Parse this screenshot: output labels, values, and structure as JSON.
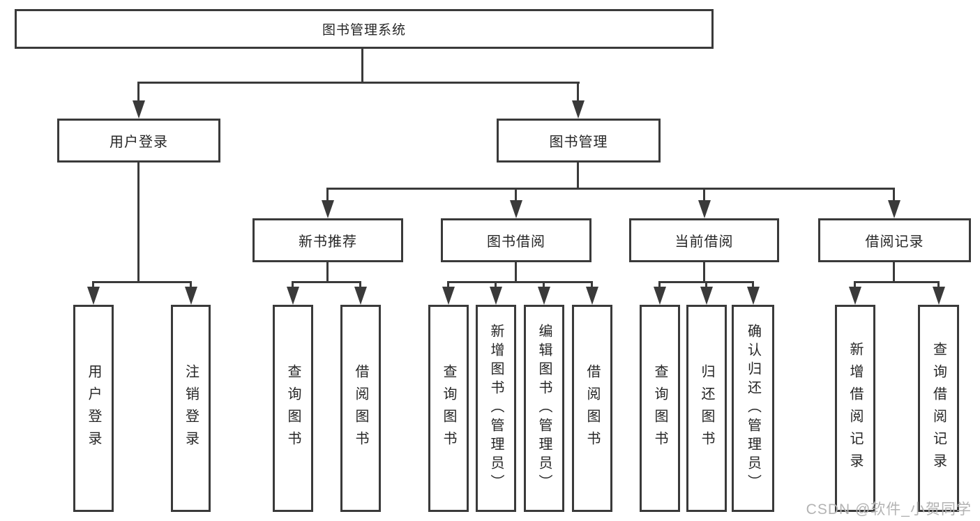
{
  "diagram_title": "图书管理系统",
  "tree": {
    "root": "图书管理系统",
    "user_login": {
      "label": "用户登录",
      "children": [
        "用户登录",
        "注销登录"
      ]
    },
    "book_mgmt": {
      "label": "图书管理",
      "sections": [
        {
          "label": "新书推荐",
          "children": [
            "查询图书",
            "借阅图书"
          ]
        },
        {
          "label": "图书借阅",
          "children": [
            "查询图书",
            "新增图书（管理员）",
            "编辑图书（管理员）",
            "借阅图书"
          ]
        },
        {
          "label": "当前借阅",
          "children": [
            "查询图书",
            "归还图书",
            "确认归还（管理员）"
          ]
        },
        {
          "label": "借阅记录",
          "children": [
            "新增借阅记录",
            "查询借阅记录"
          ]
        }
      ]
    }
  },
  "watermark": "CSDN @软件_小贺同学",
  "colors": {
    "line": "#3a3a3a",
    "text": "#262626",
    "watermark": "#b3b3b3",
    "background": "#ffffff"
  }
}
